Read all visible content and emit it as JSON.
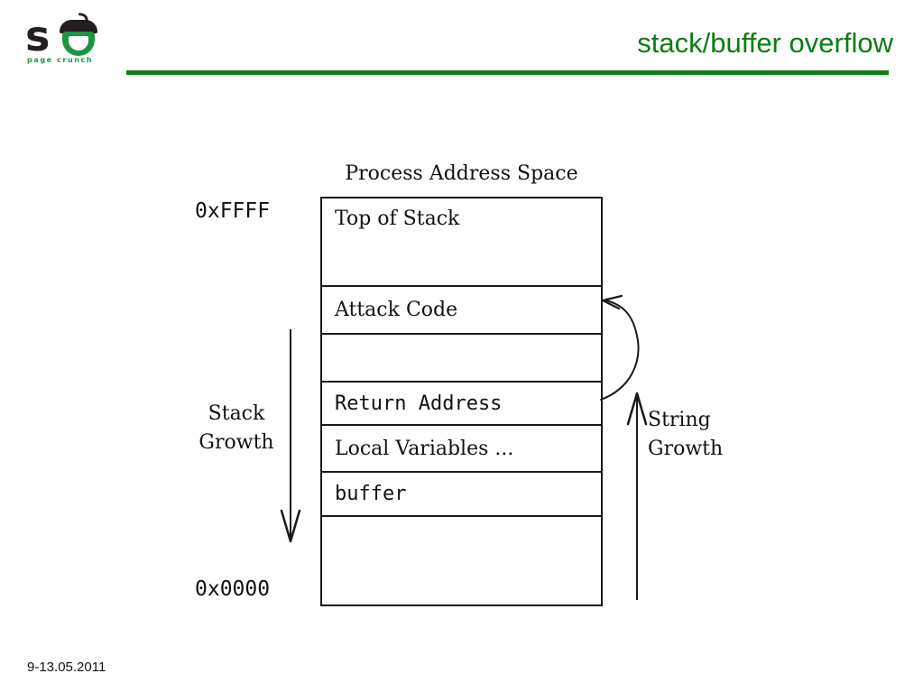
{
  "slide": {
    "title": "stack/buffer overflow",
    "footer_date": "9-13.05.2011",
    "accent_color": "#128012",
    "title_color": "#0a7d12"
  },
  "logo": {
    "letter": "s",
    "tagline": "page crunch",
    "mark_dark": "#231f20",
    "mark_green": "#1a9641"
  },
  "diagram": {
    "title": "Process Address Space",
    "address_top": "0xFFFF",
    "address_bottom": "0x0000",
    "stack_growth_line1": "Stack",
    "stack_growth_line2": "Growth",
    "string_growth_line1": "String",
    "string_growth_line2": "Growth",
    "rows": [
      {
        "label": "Top of Stack",
        "font": "serif"
      },
      {
        "label": "Attack Code",
        "font": "serif"
      },
      {
        "label": "",
        "font": "serif"
      },
      {
        "label": "Return Address",
        "font": "mono"
      },
      {
        "label": "Local Variables ...",
        "font": "serif"
      },
      {
        "label": "buffer",
        "font": "mono"
      },
      {
        "label": "",
        "font": "serif"
      }
    ]
  }
}
